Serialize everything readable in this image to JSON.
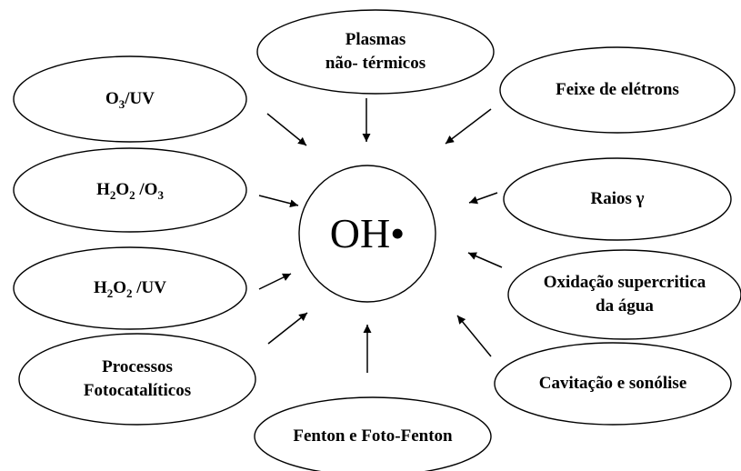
{
  "diagram": {
    "center": {
      "label": "OH•"
    },
    "nodes": [
      {
        "id": "plasmas",
        "lines": [
          "Plasmas",
          "não- térmicos"
        ]
      },
      {
        "id": "o3uv",
        "lines": [
          "O<sub>3</sub>/UV"
        ]
      },
      {
        "id": "feixe",
        "lines": [
          "Feixe de elétrons"
        ]
      },
      {
        "id": "h2o2o3",
        "lines": [
          "H<sub>2</sub>O<sub>2</sub> /O<sub>3</sub>"
        ]
      },
      {
        "id": "raios",
        "lines": [
          "Raios γ"
        ]
      },
      {
        "id": "h2o2uv",
        "lines": [
          "H<sub>2</sub>O<sub>2</sub> /UV"
        ]
      },
      {
        "id": "oxidacao",
        "lines": [
          "Oxidação supercritica",
          "da água"
        ]
      },
      {
        "id": "fotocat",
        "lines": [
          "Processos",
          "Fotocatalíticos"
        ]
      },
      {
        "id": "cavitacao",
        "lines": [
          "Cavitação e sonólise"
        ]
      },
      {
        "id": "fenton",
        "lines": [
          "Fenton e Foto-Fenton"
        ]
      }
    ],
    "edges": [
      {
        "from": "plasmas",
        "to": "center"
      },
      {
        "from": "o3uv",
        "to": "center"
      },
      {
        "from": "feixe",
        "to": "center"
      },
      {
        "from": "h2o2o3",
        "to": "center"
      },
      {
        "from": "raios",
        "to": "center"
      },
      {
        "from": "h2o2uv",
        "to": "center"
      },
      {
        "from": "oxidacao",
        "to": "center"
      },
      {
        "from": "fotocat",
        "to": "center"
      },
      {
        "from": "cavitacao",
        "to": "center"
      },
      {
        "from": "fenton",
        "to": "center"
      }
    ]
  }
}
